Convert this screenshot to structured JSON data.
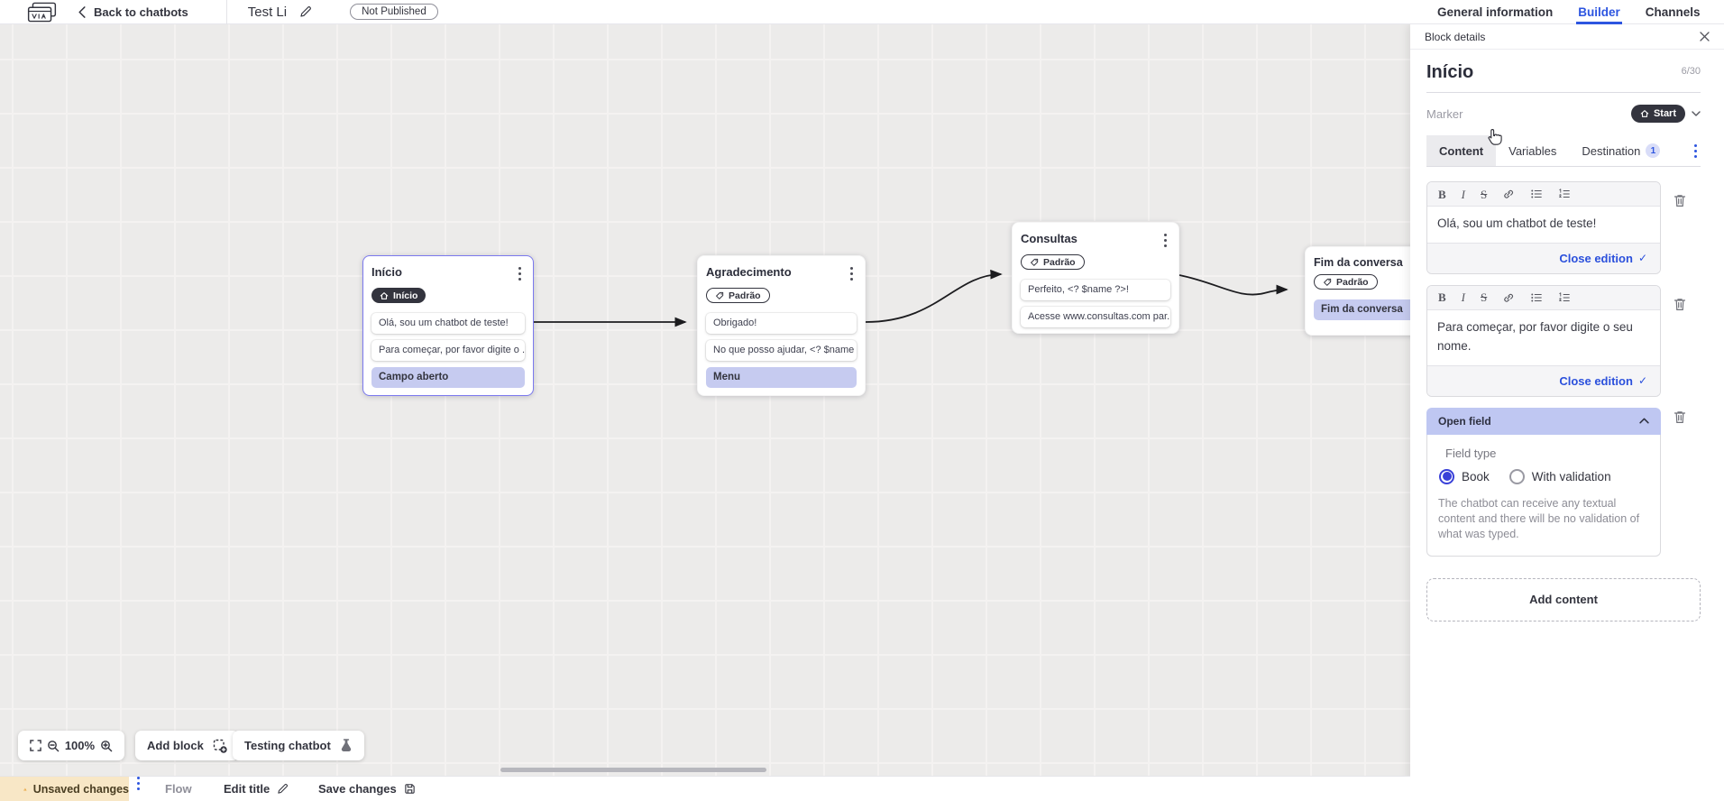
{
  "topbar": {
    "back_label": "Back to chatbots",
    "title": "Test Li",
    "status_badge": "Not Published",
    "tabs": [
      {
        "label": "General information"
      },
      {
        "label": "Builder"
      },
      {
        "label": "Channels"
      }
    ]
  },
  "canvas": {
    "nodes": [
      {
        "title": "Início",
        "marker": "Início",
        "rows": [
          {
            "text": "Olá, sou um chatbot de teste!"
          },
          {
            "text": "Para começar, por favor digite o ..."
          },
          {
            "text": "Campo aberto"
          }
        ]
      },
      {
        "title": "Agradecimento",
        "marker": "Padrão",
        "rows": [
          {
            "text": "Obrigado!"
          },
          {
            "text": "No que posso ajudar, <? $name ..."
          },
          {
            "text": "Menu"
          }
        ]
      },
      {
        "title": "Consultas",
        "marker": "Padrão",
        "rows": [
          {
            "text": "Perfeito, <? $name ?>!"
          },
          {
            "text": "Acesse www.consultas.com par..."
          }
        ]
      },
      {
        "title": "Fim da conversa",
        "marker": "Padrão",
        "rows": [
          {
            "text": "Fim da conversa"
          }
        ]
      }
    ],
    "toolbar": {
      "zoom_level": "100%",
      "add_block_label": "Add block",
      "testing_label": "Testing chatbot"
    }
  },
  "panel": {
    "header": "Block details",
    "block_title": "Início",
    "title_counter": "6/30",
    "marker_label": "Marker",
    "marker_value": "Start",
    "tabs": [
      {
        "label": "Content"
      },
      {
        "label": "Variables"
      },
      {
        "label": "Destination",
        "badge": "1"
      }
    ],
    "editors": [
      {
        "text": "Olá, sou um chatbot de teste!",
        "close_label": "Close edition"
      },
      {
        "text": "Para começar, por favor digite o seu nome.",
        "close_label": "Close edition"
      }
    ],
    "open_field": {
      "header": "Open field",
      "field_type_label": "Field type",
      "options": [
        {
          "label": "Book"
        },
        {
          "label": "With validation"
        }
      ],
      "description": "The chatbot can receive any textual content and there will be no validation of what was typed."
    },
    "add_content_label": "Add content"
  },
  "statusbar": {
    "unsaved_label": "Unsaved changes",
    "flow_label": "Flow",
    "edit_title_label": "Edit title",
    "save_label": "Save changes"
  },
  "colors": {
    "accent_blue": "#2d55e0",
    "lavender_row": "#c6cbf0",
    "dark_pill": "#33343e",
    "selected_node_border": "#7b79ee",
    "warning_bg": "#f8e7c6",
    "warning_icon": "#e9a53f"
  }
}
